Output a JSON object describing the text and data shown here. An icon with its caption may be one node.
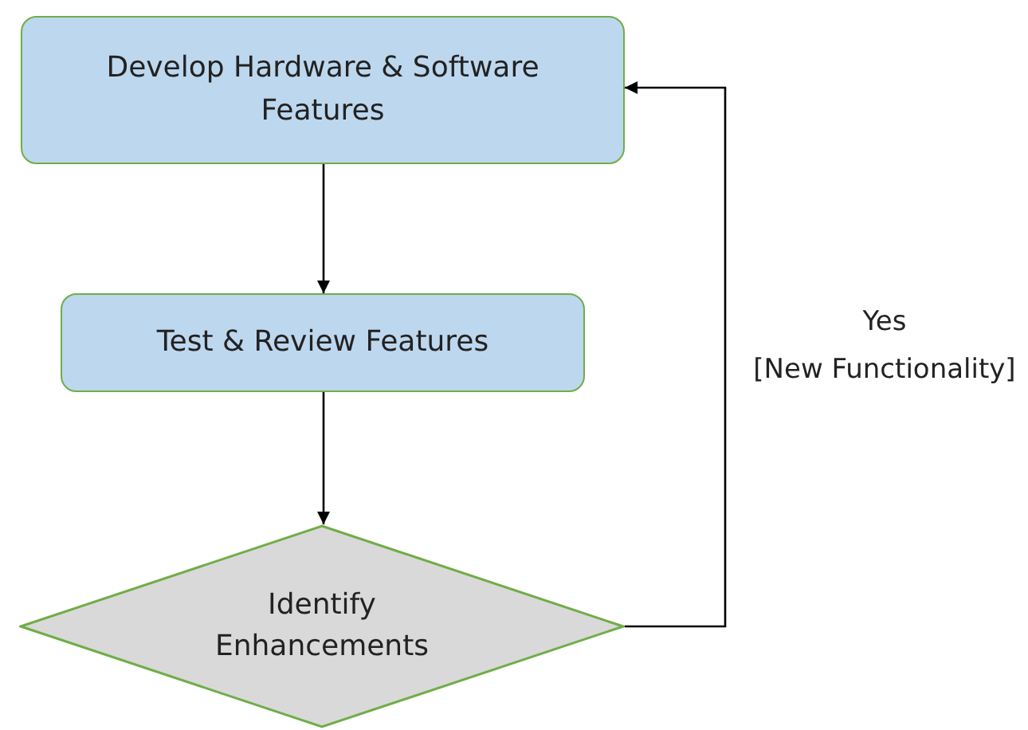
{
  "diagram": {
    "nodes": [
      {
        "text": [
          "Develop Hardware & Software Features"
        ]
      },
      {
        "text": [
          "Test & Review Features"
        ]
      },
      {
        "text": [
          "Identify Enhancements"
        ]
      }
    ],
    "edges": [
      {
        "from": 0,
        "to": 1,
        "arrow": "to"
      },
      {
        "from": 1,
        "to": 2,
        "arrow": "to"
      },
      {
        "from": 2,
        "to": 0,
        "arrow": "to",
        "label": "Yes [New Functionality]"
      }
    ]
  }
}
